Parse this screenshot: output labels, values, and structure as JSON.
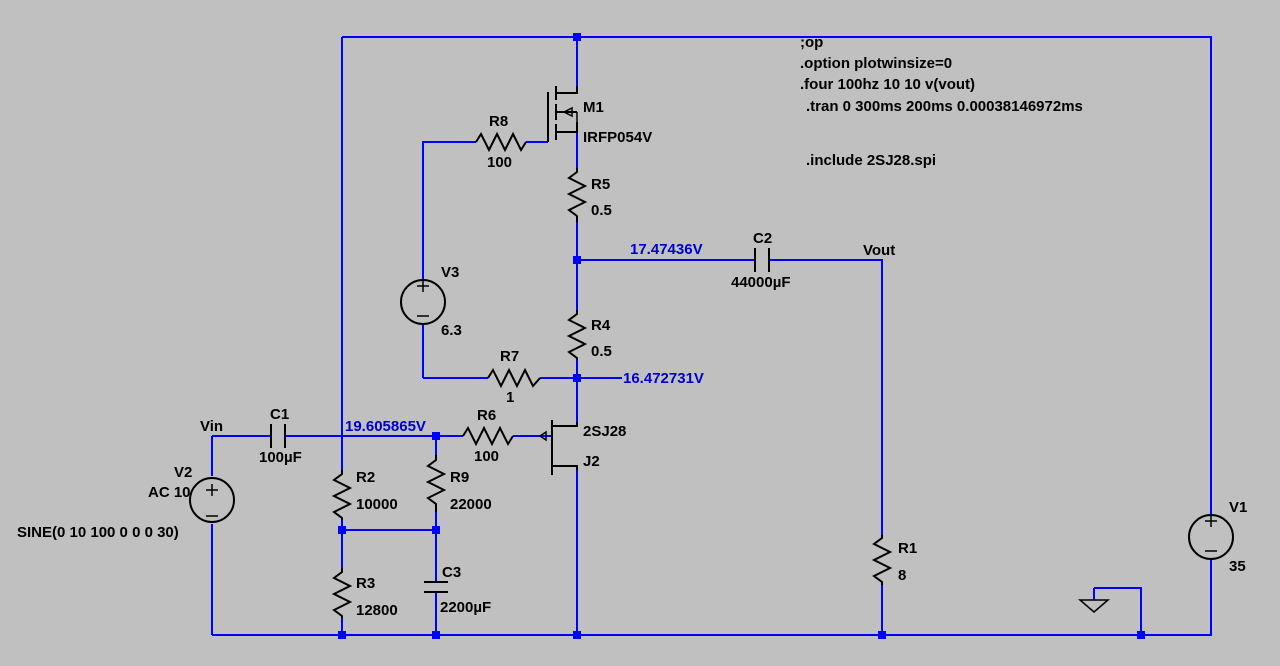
{
  "directives": {
    "op": ";op",
    "plotwinsize": ".option plotwinsize=0",
    "four": ".four 100hz 10 10 v(vout)",
    "tran": ".tran 0 300ms 200ms 0.00038146972ms",
    "include": ".include 2SJ28.spi"
  },
  "components": {
    "m1": {
      "name": "M1",
      "model": "IRFP054V"
    },
    "j2": {
      "name": "J2",
      "model": "2SJ28"
    },
    "r1": {
      "name": "R1",
      "value": "8"
    },
    "r2": {
      "name": "R2",
      "value": "10000"
    },
    "r3": {
      "name": "R3",
      "value": "12800"
    },
    "r4": {
      "name": "R4",
      "value": "0.5"
    },
    "r5": {
      "name": "R5",
      "value": "0.5"
    },
    "r6": {
      "name": "R6",
      "value": "100"
    },
    "r7": {
      "name": "R7",
      "value": "1"
    },
    "r8": {
      "name": "R8",
      "value": "100"
    },
    "r9": {
      "name": "R9",
      "value": "22000"
    },
    "c1": {
      "name": "C1",
      "value": "100µF"
    },
    "c2": {
      "name": "C2",
      "value": "44000µF"
    },
    "c3": {
      "name": "C3",
      "value": "2200µF"
    },
    "v1": {
      "name": "V1",
      "value": "35"
    },
    "v2": {
      "name": "V2",
      "ac": "AC 10",
      "value": "SINE(0 10 100 0 0 0 30)"
    },
    "v3": {
      "name": "V3",
      "value": "6.3"
    }
  },
  "nets": {
    "vin": "Vin",
    "vout": "Vout"
  },
  "node_voltages": {
    "output_node": "17.47436V",
    "source_node": "16.472731V",
    "gate_node": "19.605865V"
  },
  "colors": {
    "background": "#c0c0c0",
    "wire": "#0000ff",
    "component": "#000000",
    "voltage_label": "#0000cc"
  }
}
